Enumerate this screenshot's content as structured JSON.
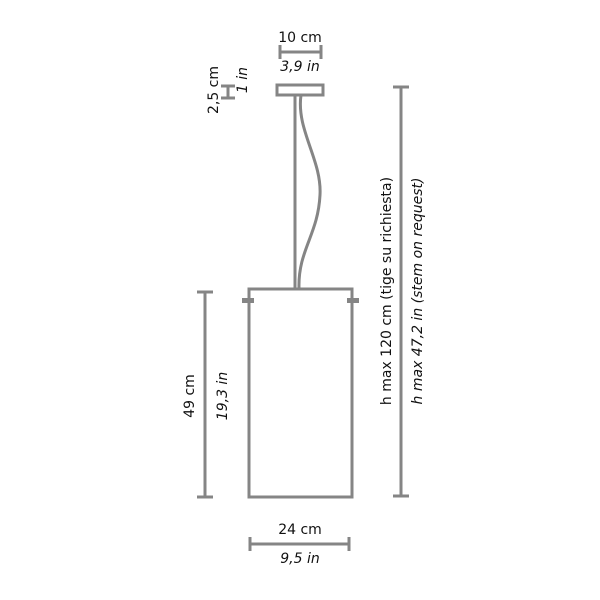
{
  "canopy": {
    "width_cm": "10 cm",
    "width_in": "3,9 in",
    "height_cm": "2,5 cm",
    "height_in": "1 in"
  },
  "shade": {
    "height_cm": "49 cm",
    "height_in": "19,3 in",
    "width_cm": "24 cm",
    "width_in": "9,5 in"
  },
  "overall": {
    "height_cm": "h max 120 cm (tige su richiesta)",
    "height_in": "h max 47,2 in (stem on request)"
  },
  "colors": {
    "line": "#858585",
    "text": "#111111"
  }
}
